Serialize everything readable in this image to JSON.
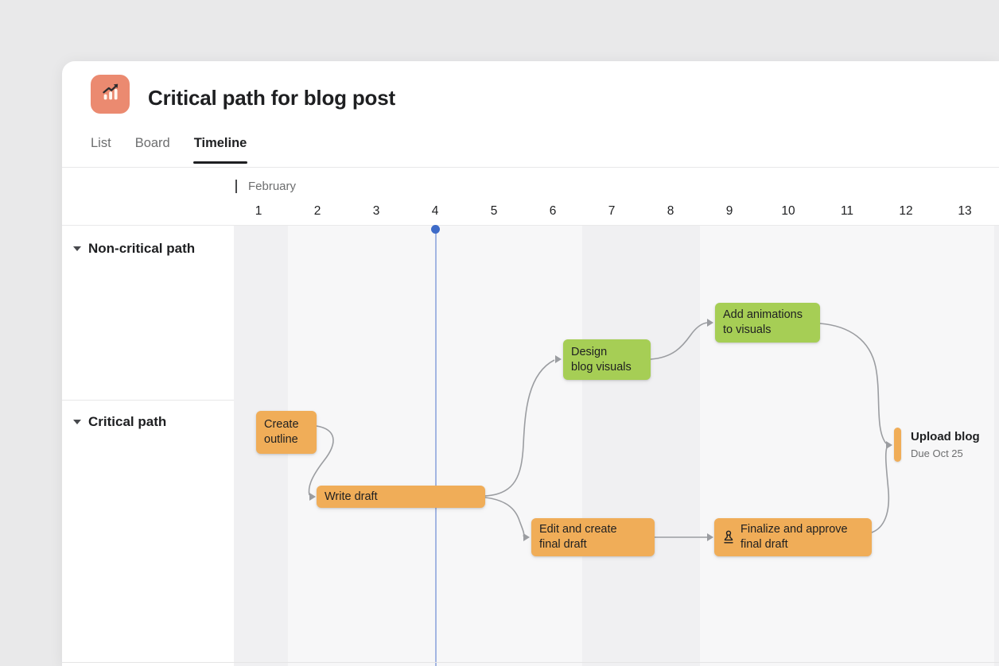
{
  "header": {
    "title": "Critical path for blog post",
    "project_icon": "chart-line-up-icon",
    "tabs": [
      {
        "label": "List",
        "active": false
      },
      {
        "label": "Board",
        "active": false
      },
      {
        "label": "Timeline",
        "active": true
      }
    ]
  },
  "timeline": {
    "month": "February",
    "days": [
      "1",
      "2",
      "3",
      "4",
      "5",
      "6",
      "7",
      "8",
      "9",
      "10",
      "11",
      "12",
      "13"
    ],
    "today_day": "4",
    "weekend_days": [
      "1",
      "7",
      "8",
      "14"
    ]
  },
  "sections": [
    {
      "label": "Non-critical path"
    },
    {
      "label": "Critical path"
    }
  ],
  "tasks": [
    {
      "name": "create-outline",
      "lines": [
        "Create",
        "outline"
      ],
      "color": "orange"
    },
    {
      "name": "write-draft",
      "lines": [
        "Write draft"
      ],
      "color": "orange"
    },
    {
      "name": "design-blog-visuals",
      "lines": [
        "Design",
        "blog visuals"
      ],
      "color": "green"
    },
    {
      "name": "add-animations-to-visuals",
      "lines": [
        "Add animations",
        "to visuals"
      ],
      "color": "green"
    },
    {
      "name": "edit-and-create-final-draft",
      "lines": [
        "Edit and create",
        "final draft"
      ],
      "color": "orange"
    },
    {
      "name": "finalize-and-approve-final-draft",
      "lines": [
        "Finalize and approve",
        "final draft"
      ],
      "color": "orange",
      "icon": "stamp-icon"
    }
  ],
  "milestone": {
    "title": "Upload blog",
    "due": "Due Oct 25"
  },
  "colors": {
    "task_orange": "#f0ad58",
    "task_green": "#a6ce55",
    "today_blue": "#3e6bc8",
    "project_icon_coral": "#eb8a70",
    "connector_gray": "#9b9da1"
  }
}
